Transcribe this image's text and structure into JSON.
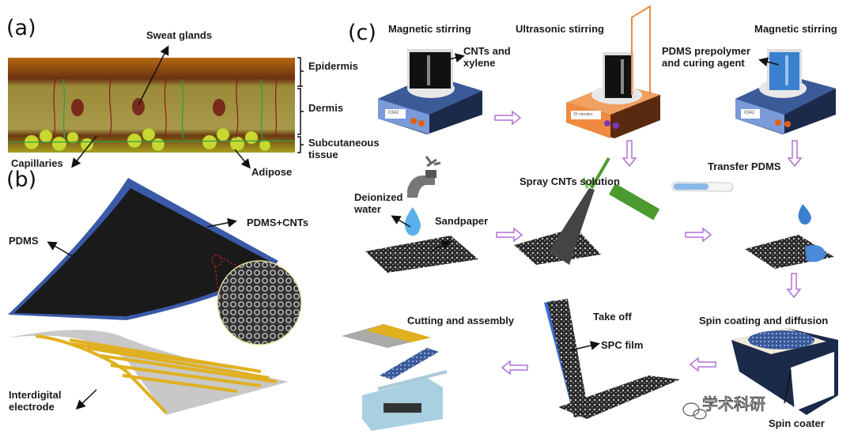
{
  "panels": {
    "a": "(a)",
    "b": "(b)",
    "c": "(c)"
  },
  "panel_a": {
    "labels": {
      "sweat_glands": "Sweat glands",
      "epidermis": "Epidermis",
      "dermis": "Dermis",
      "subcutaneous": "Subcutaneous tissue",
      "capillaries": "Capillaries",
      "adipose": "Adipose"
    },
    "colors": {
      "epidermis": "#8a4a10",
      "dermis": "#a08a2a",
      "adipose": "#c8d830",
      "capillary": "#2aa04a"
    }
  },
  "panel_b": {
    "labels": {
      "pdms": "PDMS",
      "pdms_cnts": "PDMS+CNTs",
      "electrode": "Interdigital electrode"
    },
    "colors": {
      "pdms": "#3a5aa8",
      "film": "#1a1a1a",
      "electrode": "#e0b020",
      "substrate": "#c8c8c8",
      "zoom_ring": "#d42020"
    }
  },
  "panel_c": {
    "steps": {
      "magnetic_stirring_1": "Magnetic stirring",
      "cnts_xylene": "CNTs and xylene",
      "ultrasonic_stirring": "Ultrasonic stirring",
      "magnetic_stirring_2": "Magnetic stirring",
      "pdms_prepolymer": "PDMS prepolymer and curing agent",
      "deionized_water": "Deionized water",
      "sandpaper": "Sandpaper",
      "spray_cnts": "Spray CNTs solution",
      "transfer_pdms": "Transfer PDMS",
      "cutting_assembly": "Cutting and assembly",
      "take_off": "Take off",
      "spc_film": "SPC film",
      "spin_coating": "Spin coating and diffusion",
      "spin_coater": "Spin coater"
    },
    "device_labels": {
      "stirrer_1": "0342",
      "ultrasonic": "20 minutes",
      "stirrer_2": "0342"
    },
    "colors": {
      "arrow": "#b070d8",
      "stirrer_blue": "#3a5a98",
      "ultrasonic_orange": "#f08a40",
      "pdms_liquid": "#3a80d0"
    }
  },
  "watermark": "学术科研"
}
